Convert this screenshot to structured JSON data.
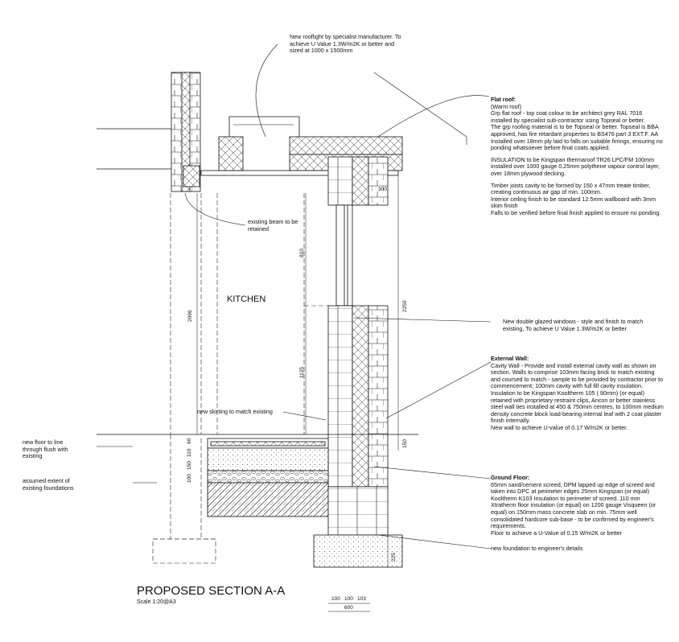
{
  "notes": {
    "rooflight": "New rooflight by specialist manufacturer. To achieve U Value 1.3W/m2K or better and sized at 1000 x 1500mm",
    "flat_roof": {
      "title": "Flat roof:",
      "subtitle": "(Warm roof)",
      "p1": "Grp flat roof - top coat colour to be architect grey RAL 7016 installed by specialist sub-contractor using Topseal or better.",
      "p2": "The grp roofing material is to be Topseal or better. Topseal is BBA approved, has fire retardant properties to BS476 part 3 EXT.F. AA",
      "p3": "Installed over 18mm ply laid to falls on suitable firrings, ensuring no ponding whatsoever before final coats applied.",
      "p4": "INSULATION to be Kingspan thermaroof TR26 LPC/FM 100mm installed over 1000 gauge 0.25mm polythene vapour control layer, over 18mm plywood decking.",
      "p5": "Timber joists cavity to be formed by 150 x 47mm treate timber, creating continuous air gap of min. 100mm.",
      "p6": "Interior ceiling finish to be standard 12.5mm wallboard with 3mm skim finish",
      "p7": "Falls to be verified before final finish applied to ensure no ponding."
    },
    "windows": "New double glazed windows - style and finish to match existing, To achieve U Value 1.3W/m2K or better",
    "external_wall": {
      "title": "External Wall:",
      "p1": "Cavity Wall - Provide and install external cavity wall as shown on section. Walls to comprise 103mm facing brick to match existing and coursed to match - sample to be provided by contractor prior to commencement; 100mm cavity with full fill cavity insulation. Insulation to be Kingspan Kooltherm 105 ( 90mm) (or equal) retained with proprietary restraint clips, Ancon or better stainless steel wall ties installed at 450 & 750mm centres, to 100mm medium density concrete block load-bearing internal leaf with 2 coat plaster finish internally.",
      "p2": "New wall to achieve U-value of 0.17 W/m2K or better."
    },
    "ground_floor": {
      "title": "Ground Floor:",
      "p1": "65mm sand/cement screed, DPM lapped up edge of screed and taken into DPC at perimeter edges 25mm Kingspan (or equal) Kooltherm K103 Insulation to perimeter of screed. 110 mm Xtratherm floor insulation (or equal) on 1200 gauge Visqueen (or equal) on 150mm mass concrete slab on min. 75mm well consolidated hardcore sub-base - to be confirmed by engineer's requirements.",
      "p2": "Floor to achieve a U-Value of 0.15 W/m2K or better"
    },
    "foundation": "new foundation to engineer's details",
    "existing_beam": "existing beam to be retained",
    "skirting": "new skirting to match existing",
    "new_floor": "new floor to line through flush with existing",
    "assumed": "assumed extent of existing foundations"
  },
  "room_label": "KITCHEN",
  "title": "PROPOSED SECTION A-A",
  "scale": "Scale 1:20@A3",
  "dims": {
    "d300": "300",
    "d810": "810",
    "d2096": "2096",
    "d2250": "2250",
    "d1125": "1125",
    "d150": "150",
    "d60": "60",
    "d110": "110",
    "d150b": "150",
    "d100": "100",
    "d225": "225",
    "f100a": "100",
    "f100b": "100",
    "f103": "103",
    "f600": "600"
  },
  "colors": {
    "line": "#111111",
    "hatch": "#555555",
    "light": "#bbbbbb"
  }
}
